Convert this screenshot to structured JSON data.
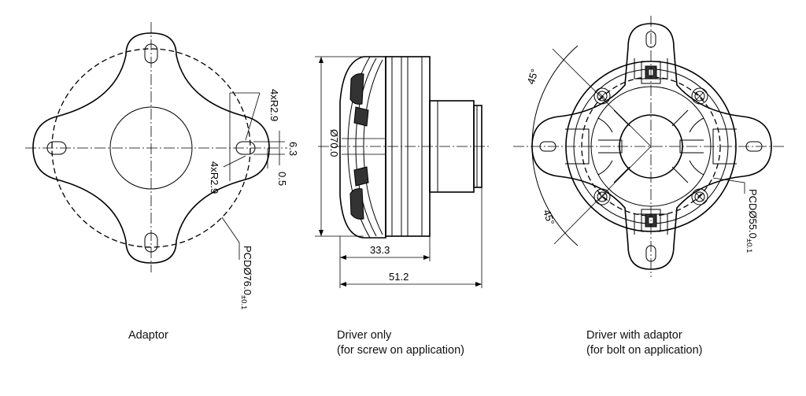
{
  "captions": {
    "adaptor": "Adaptor",
    "driver_only_line1": "Driver only",
    "driver_only_line2": "(for screw on application)",
    "driver_with_adaptor_line1": "Driver with adaptor",
    "driver_with_adaptor_line2": "(for bolt on application)"
  },
  "dimensions": {
    "slot_radius_top": "4xR2.9",
    "slot_radius_bottom": "4xR2.9",
    "slot_width": "6.3",
    "slot_offset": "0.5",
    "pcd_adaptor": "PCDØ76.0",
    "pcd_adaptor_tol": "±0.1",
    "diameter": "Ø70.0",
    "depth_body": "33.3",
    "depth_total": "51.2",
    "angle_top": "45°",
    "angle_bottom": "45°",
    "pcd_driver": "PCDØ55.0",
    "pcd_driver_tol": "±0.1"
  }
}
